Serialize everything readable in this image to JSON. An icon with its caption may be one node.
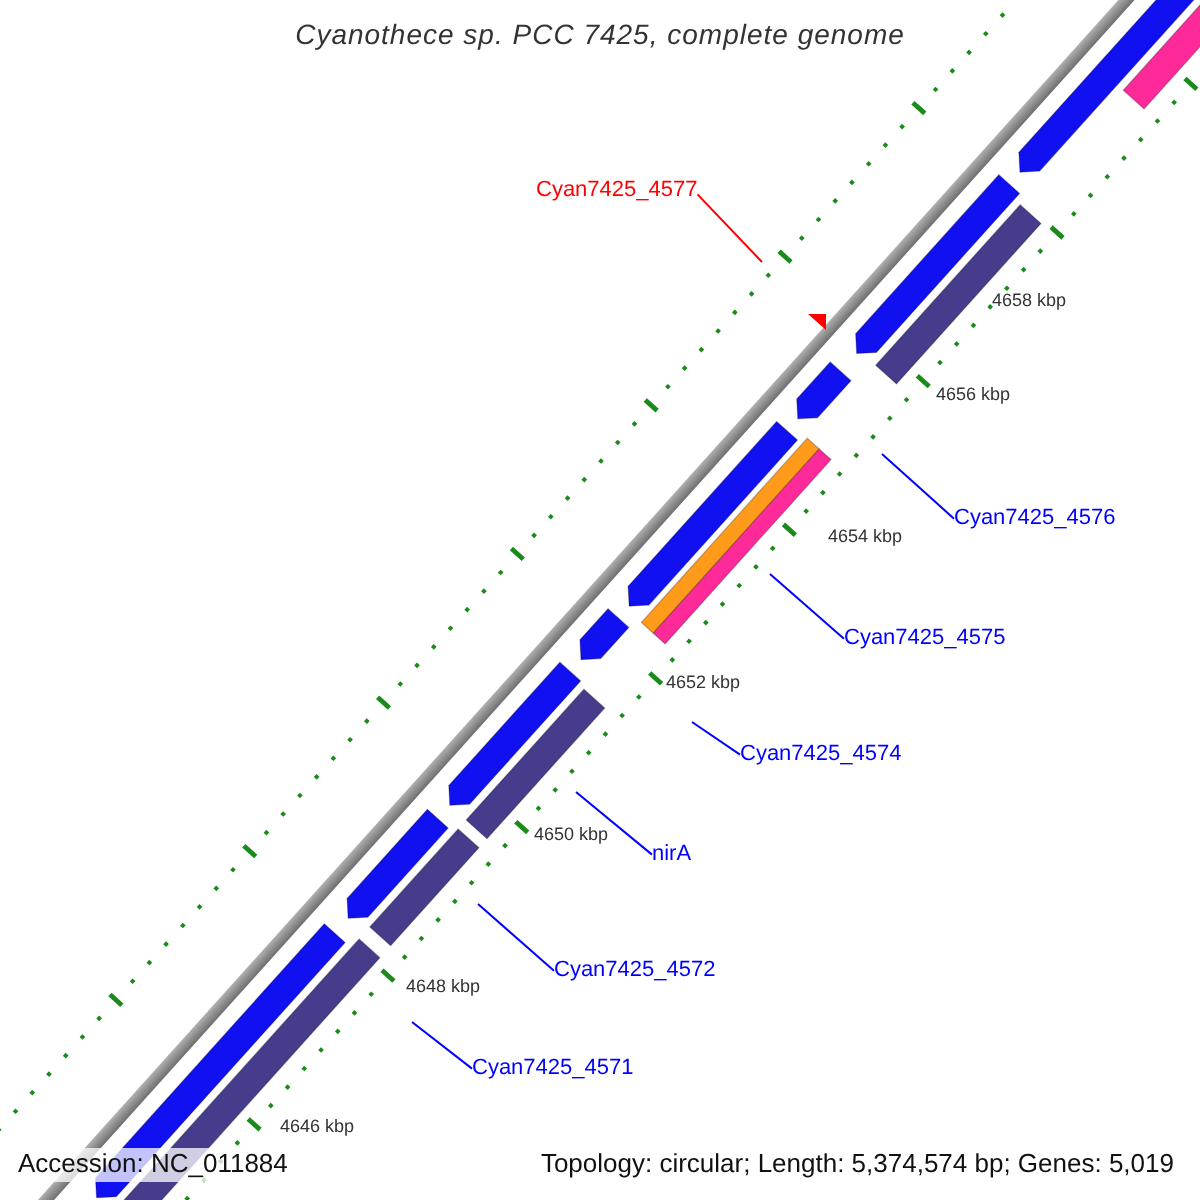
{
  "diagram": {
    "title": "Cyanothece sp. PCC 7425, complete genome",
    "nodes": [
      {
        "text": [
          "Cyan7425_4577"
        ]
      },
      {
        "text": [
          "Cyan7425_4576"
        ]
      },
      {
        "text": [
          "Cyan7425_4575"
        ]
      },
      {
        "text": [
          "Cyan7425_4574"
        ]
      },
      {
        "text": [
          "nirA"
        ]
      },
      {
        "text": [
          "Cyan7425_4572"
        ]
      },
      {
        "text": [
          "Cyan7425_4571"
        ]
      }
    ],
    "edges": [
      {
        "from": 0,
        "to": null,
        "arrow": "none",
        "color": "#ff0000"
      },
      {
        "from": 1,
        "to": null,
        "arrow": "none"
      },
      {
        "from": 2,
        "to": null,
        "arrow": "none"
      },
      {
        "from": 3,
        "to": null,
        "arrow": "none"
      },
      {
        "from": 4,
        "to": null,
        "arrow": "none"
      },
      {
        "from": 5,
        "to": null,
        "arrow": "none"
      },
      {
        "from": 6,
        "to": null,
        "arrow": "none"
      }
    ],
    "labels": [
      "4658 kbp",
      "4656 kbp",
      "4654 kbp",
      "4652 kbp",
      "4650 kbp",
      "4648 kbp",
      "4646 kbp",
      "Accession: NC_011884",
      "Topology: circular; Length: 5,374,574 bp; Genes: 5,019"
    ]
  }
}
